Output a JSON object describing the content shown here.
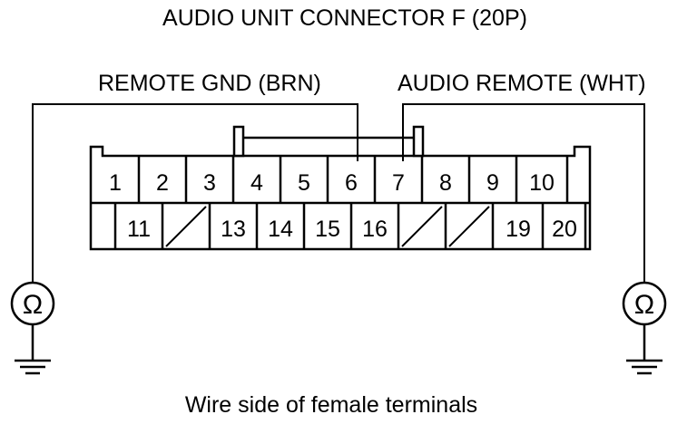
{
  "title": "AUDIO UNIT CONNECTOR F (20P)",
  "left_label": "REMOTE GND (BRN)",
  "right_label": "AUDIO REMOTE (WHT)",
  "caption": "Wire side of female terminals",
  "meter_symbol": "Ω",
  "icons": [
    "ohmmeter-icon",
    "ground-icon"
  ],
  "top_row": [
    "1",
    "2",
    "3",
    "4",
    "5",
    "6",
    "7",
    "8",
    "9",
    "10"
  ],
  "bottom_row": [
    "11",
    "",
    "13",
    "14",
    "15",
    "16",
    "",
    "",
    "19",
    "20"
  ]
}
